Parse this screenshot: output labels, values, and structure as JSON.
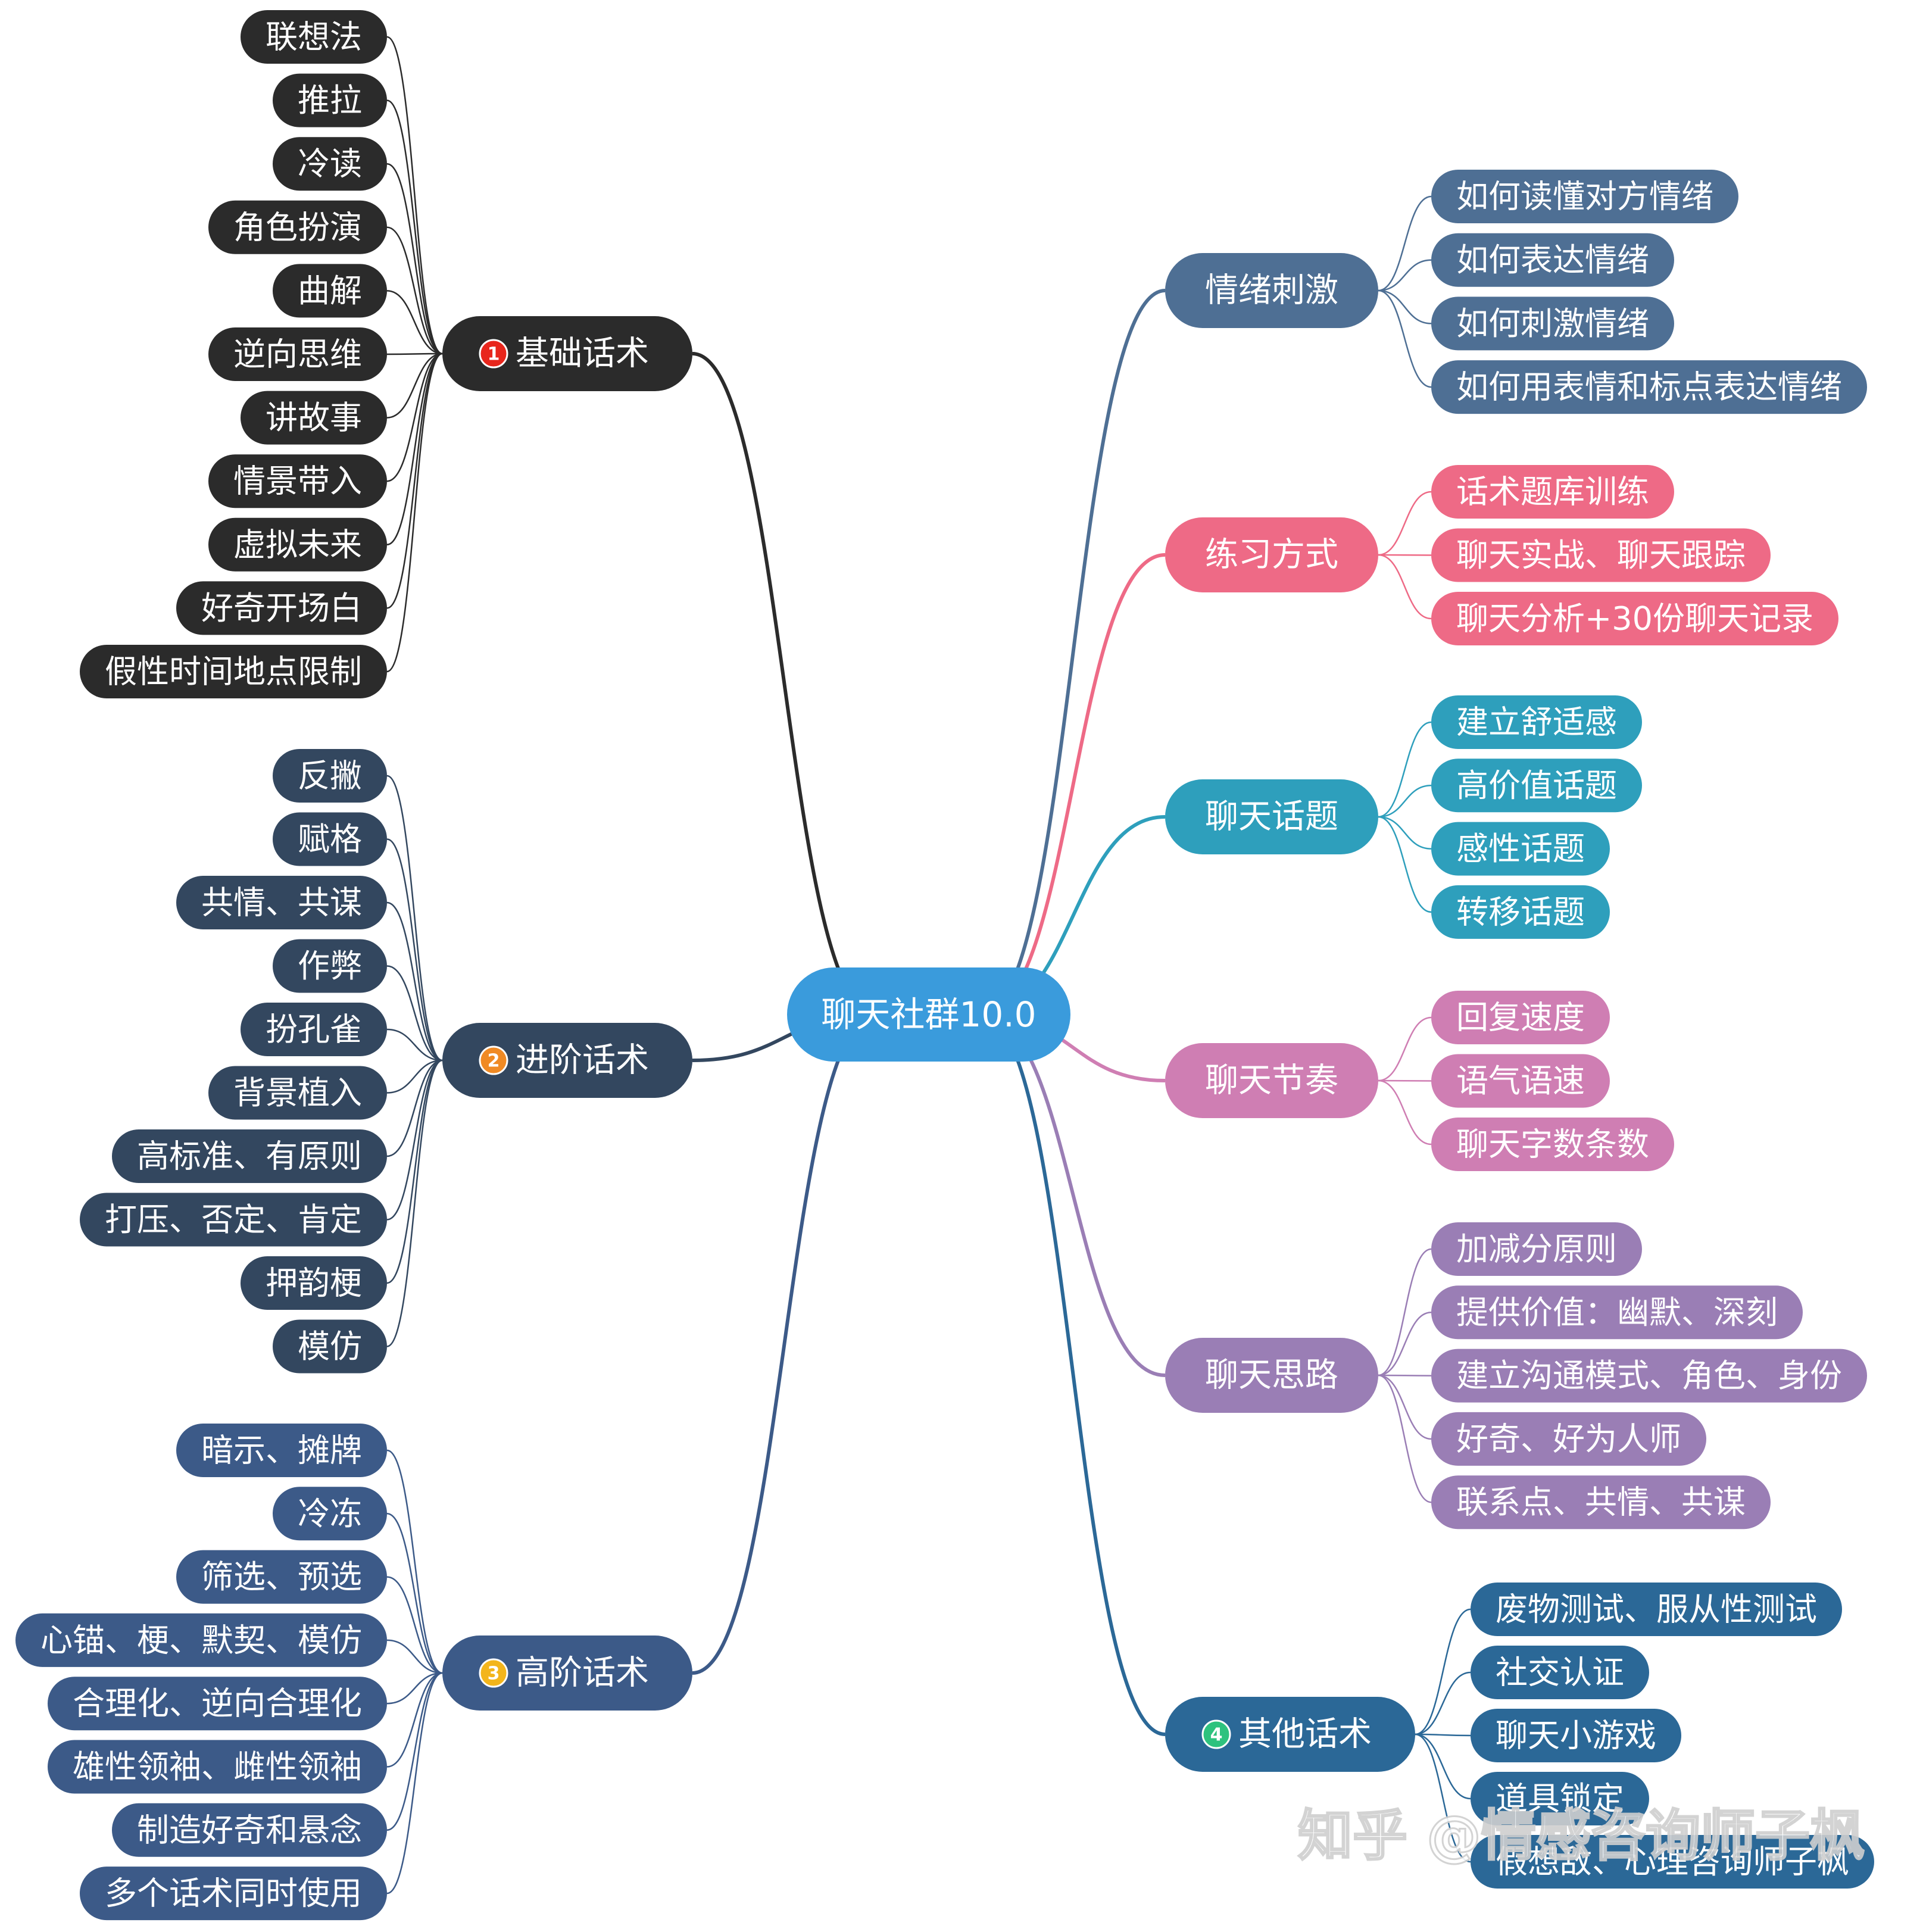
{
  "root": {
    "label": "聊天社群10.0",
    "color": "#3a9bdc"
  },
  "left_branches": [
    {
      "number": "1",
      "badge_color": "#e8261c",
      "label": "基础话术",
      "color": "#2b2b2b",
      "items": [
        "联想法",
        "推拉",
        "冷读",
        "角色扮演",
        "曲解",
        "逆向思维",
        "讲故事",
        "情景带入",
        "虚拟未来",
        "好奇开场白",
        "假性时间地点限制"
      ]
    },
    {
      "number": "2",
      "badge_color": "#f08a24",
      "label": "进阶话术",
      "color": "#33475f",
      "items": [
        "反撇",
        "赋格",
        "共情、共谋",
        "作弊",
        "扮孔雀",
        "背景植入",
        "高标准、有原则",
        "打压、否定、肯定",
        "押韵梗",
        "模仿"
      ]
    },
    {
      "number": "3",
      "badge_color": "#f3b51c",
      "label": "高阶话术",
      "color": "#3c5a88",
      "items": [
        "暗示、摊牌",
        "冷冻",
        "筛选、预选",
        "心锚、梗、默契、模仿",
        "合理化、逆向合理化",
        "雄性领袖、雌性领袖",
        "制造好奇和悬念",
        "多个话术同时使用"
      ]
    }
  ],
  "right_branches": [
    {
      "label": "情绪刺激",
      "color": "#4e6f94",
      "items": [
        "如何读懂对方情绪",
        "如何表达情绪",
        "如何刺激情绪",
        "如何用表情和标点表达情绪"
      ]
    },
    {
      "label": "练习方式",
      "color": "#ee6a86",
      "items": [
        "话术题库训练",
        "聊天实战、聊天跟踪",
        "聊天分析+30份聊天记录"
      ]
    },
    {
      "label": "聊天话题",
      "color": "#2e9fbc",
      "items": [
        "建立舒适感",
        "高价值话题",
        "感性话题",
        "转移话题"
      ]
    },
    {
      "label": "聊天节奏",
      "color": "#cf7eb3",
      "items": [
        "回复速度",
        "语气语速",
        "聊天字数条数"
      ]
    },
    {
      "label": "聊天思路",
      "color": "#9a7eb5",
      "items": [
        "加减分原则",
        "提供价值：幽默、深刻",
        "建立沟通模式、角色、身份",
        "好奇、好为人师",
        "联系点、共情、共谋"
      ]
    },
    {
      "number": "4",
      "badge_color": "#2ec27e",
      "label": "其他话术",
      "color": "#2b6897",
      "items": [
        "废物测试、服从性测试",
        "社交认证",
        "聊天小游戏",
        "道具锁定",
        "假想敌、心理咨询师子枫"
      ]
    }
  ],
  "watermark": {
    "text": "知乎 @情感咨询师子枫"
  }
}
